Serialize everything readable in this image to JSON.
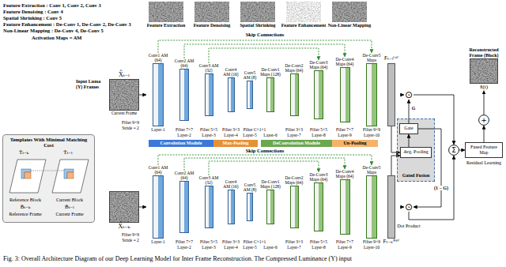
{
  "diagram": {
    "caption": "Fig. 3: Overall Architecture Diagram of our Deep Learning Model for Inter Frame Reconstruction. The Compressed Luminance (Y) input",
    "nodes": [
      {
        "text": [
          "Feature Extraction"
        ]
      },
      {
        "text": [
          "Feature Denoising"
        ]
      },
      {
        "text": [
          "Spatial Shrinking"
        ]
      },
      {
        "text": [
          "Feature Enhancement"
        ]
      },
      {
        "text": [
          "Non-Linear Mapping"
        ]
      },
      {
        "text": [
          "X̂ₜ₋ₗ",
          "Current Frame"
        ]
      },
      {
        "text": [
          "Conv1 AM (64)"
        ]
      },
      {
        "text": [
          "Conv2 AM (64)"
        ]
      },
      {
        "text": [
          "Conv3 AM (32)"
        ]
      },
      {
        "text": [
          "Conv4 AM (16)"
        ]
      },
      {
        "text": [
          "Conv5 AM (8)"
        ]
      },
      {
        "text": [
          "De-Conv1 Maps (128)"
        ]
      },
      {
        "text": [
          "De-Conv2 Maps (64)"
        ]
      },
      {
        "text": [
          "De-Conv3 Maps (64)"
        ]
      },
      {
        "text": [
          "De-Conv4 Maps (64)"
        ]
      },
      {
        "text": [
          "De-Conv5 Maps"
        ]
      },
      {
        "text": [
          "Fₜ₋ₗᶜᵘʳ"
        ]
      },
      {
        "text": [
          "Convolution Module"
        ]
      },
      {
        "text": [
          "Max-Pooling"
        ]
      },
      {
        "text": [
          "DeConvolution Module"
        ]
      },
      {
        "text": [
          "Un-Pooling"
        ]
      },
      {
        "text": [
          "Reconstructed Frame (Block)",
          "x̂(t)"
        ]
      },
      {
        "text": [
          "⊙"
        ]
      },
      {
        "text": [
          "Gated Fusion"
        ]
      },
      {
        "text": [
          "Gate"
        ],
        "in": 23
      },
      {
        "text": [
          "Avg. Pooling"
        ],
        "in": 23
      },
      {
        "text": [
          "Σ"
        ]
      },
      {
        "text": [
          "+"
        ]
      },
      {
        "text": [
          "Fused Feature Map"
        ]
      },
      {
        "text": [
          "Templates With Minimal Matching Cost"
        ]
      },
      {
        "text": [
          "X̂ₜ₋ₖ"
        ]
      },
      {
        "text": [
          "Conv1 AM (64)"
        ]
      },
      {
        "text": [
          "Conv2 AM (64)"
        ]
      },
      {
        "text": [
          "Conv3 AM (32)"
        ]
      },
      {
        "text": [
          "Conv4 AM (16)"
        ]
      },
      {
        "text": [
          "Conv5 AM (8)"
        ]
      },
      {
        "text": [
          "De-Conv1 Maps (128)"
        ]
      },
      {
        "text": [
          "De-Conv2 Maps (64)"
        ]
      },
      {
        "text": [
          "De-Conv3 Maps (64)"
        ]
      },
      {
        "text": [
          "De-Conv4 Maps (64)"
        ]
      },
      {
        "text": [
          "De-Conv5 Maps"
        ]
      },
      {
        "text": [
          "Fₜ₋ₖᴿᵉᶠ"
        ]
      },
      {
        "text": [
          "⊙"
        ]
      }
    ],
    "edges": [
      {
        "from": 5,
        "to": 6,
        "arrow": "to"
      },
      {
        "from": 6,
        "to": 15,
        "arrow": "to"
      },
      {
        "from": 7,
        "to": 14,
        "arrow": "to"
      },
      {
        "from": 8,
        "to": 13,
        "arrow": "to"
      },
      {
        "from": 16,
        "to": 22,
        "arrow": "to"
      },
      {
        "from": 16,
        "to": 25,
        "arrow": "to"
      },
      {
        "from": 25,
        "to": 24,
        "arrow": "to"
      },
      {
        "from": 24,
        "to": 22,
        "arrow": "to",
        "label": "G"
      },
      {
        "from": 24,
        "to": 42,
        "arrow": "to",
        "label": "(1 − G)"
      },
      {
        "from": 22,
        "to": 26,
        "arrow": "to"
      },
      {
        "from": 42,
        "to": 26,
        "arrow": "to"
      },
      {
        "from": 26,
        "to": 28,
        "arrow": "to"
      },
      {
        "from": 28,
        "to": 27,
        "arrow": "to"
      },
      {
        "from": 27,
        "to": 21,
        "arrow": "to"
      },
      {
        "from": 30,
        "to": 31,
        "arrow": "to"
      },
      {
        "from": 31,
        "to": 40,
        "arrow": "to"
      },
      {
        "from": 32,
        "to": 39,
        "arrow": "to"
      },
      {
        "from": 33,
        "to": 38,
        "arrow": "to"
      },
      {
        "from": 41,
        "to": 25,
        "arrow": "to"
      },
      {
        "from": 41,
        "to": 42,
        "arrow": "to"
      }
    ],
    "labels": [
      "Feature Extraction : Conv 1, Conv 2, Conv 3",
      "Feature Denoising : Conv 4",
      "Spatial Shrinking : Conv 5",
      "Feature Enhancement : De-Conv 1, De-Conv 2, De-Conv 3",
      "Non-Linear Mapping : De-Conv 4, De-Conv 5",
      "Activation Maps = AM",
      "Skip Connections",
      "Input Luma (Y) Frames",
      "Stride = 2",
      "Filter 9×9",
      "Layer-1",
      "Filter 7×7",
      "Layer-2",
      "Filter 5×5",
      "Layer-3",
      "Filter 3×3",
      "Layer-4",
      "Filter C×1×1",
      "Layer-5",
      "Layer-6",
      "Filter 3×3",
      "Layer-7",
      "Filter 5×5",
      "Layer-8",
      "Filter 7×7",
      "Layer-9",
      "Filter 9×9",
      "Layer-10",
      "Skip Connections",
      "Stride = 2",
      "Filter 9×9",
      "Layer-1",
      "Filter 7×7",
      "Layer-2",
      "Filter 5×5",
      "Layer-3",
      "Filter 3×3",
      "Layer-4",
      "Filter C×1×1",
      "Layer-5",
      "Layer-6",
      "Filter 3×3",
      "Layer-7",
      "Filter 5×5",
      "Layer-8",
      "Filter 7×7",
      "Layer-9",
      "Filter 9×9",
      "Layer-10",
      "T̃ₜ₋ₖ",
      "T̃ₜ₋ₗ",
      "Reference Block",
      "Current Block",
      "B̃ₜ₋ₖ",
      "B̃ₜ₋ₗ",
      "Reference Frame",
      "Current Frame",
      "Dot Product",
      "Residual Learning"
    ]
  }
}
